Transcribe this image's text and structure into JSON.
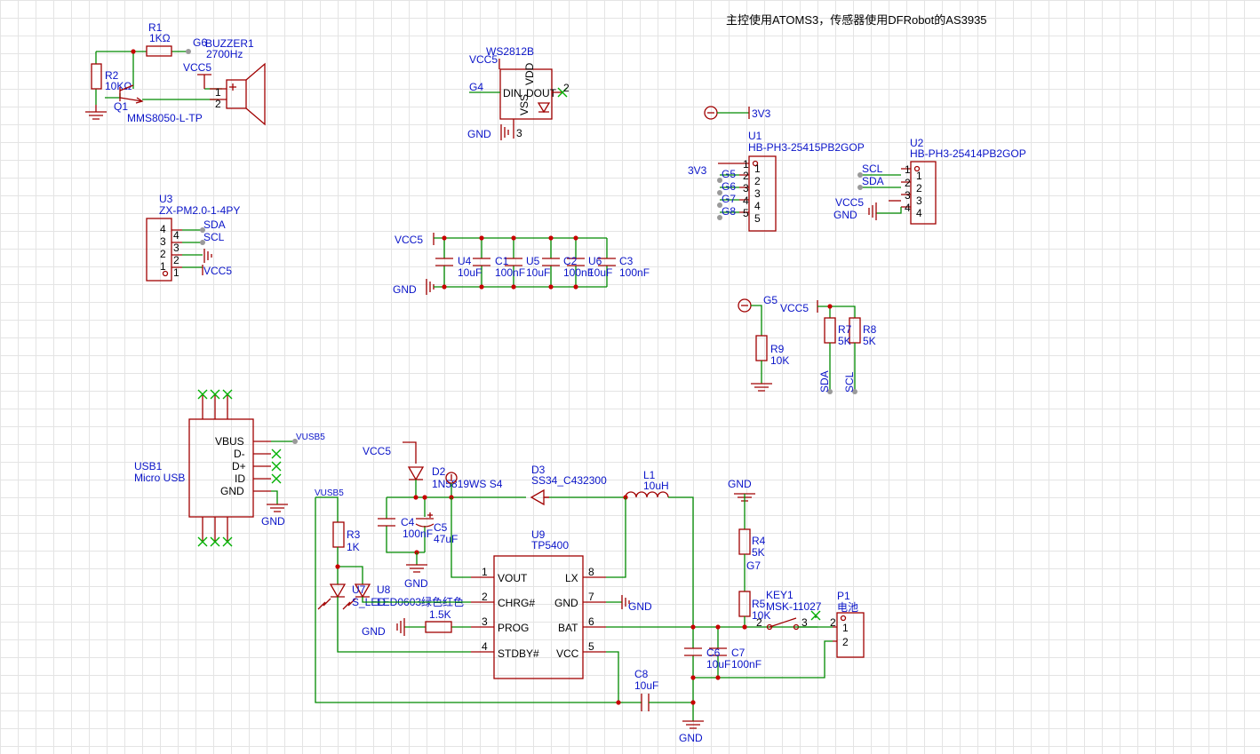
{
  "note": "主控使用ATOMS3，传感器使用DFRobot的AS3935",
  "nets": {
    "vcc5": "VCC5",
    "gnd": "GND",
    "v3v3": "3V3",
    "sda": "SDA",
    "scl": "SCL",
    "vusb5": "VUSB5",
    "g5": "G5",
    "g6": "G6",
    "g7": "G7",
    "g8": "G8",
    "g4": "G4"
  },
  "components": {
    "r1": {
      "ref": "R1",
      "value": "1KΩ"
    },
    "r2": {
      "ref": "R2",
      "value": "10KΩ"
    },
    "q1": {
      "ref": "Q1",
      "value": "MMS8050-L-TP"
    },
    "buzzer1": {
      "ref": "BUZZER1",
      "value": "2700Hz"
    },
    "ws2812": {
      "ref": "WS2812B",
      "din": "DIN",
      "dout": "DOUT",
      "vdd": "VDD",
      "vss": "VSS"
    },
    "u1": {
      "ref": "U1",
      "value": "HB-PH3-25415PB2GOP"
    },
    "u2": {
      "ref": "U2",
      "value": "HB-PH3-25414PB2GOP"
    },
    "u3": {
      "ref": "U3",
      "value": "ZX-PM2.0-1-4PY"
    },
    "u4": {
      "ref": "U4",
      "value": "10uF"
    },
    "c1": {
      "ref": "C1",
      "value": "100nF"
    },
    "u5": {
      "ref": "U5",
      "value": "10uF"
    },
    "c2": {
      "ref": "C2",
      "value": "100nF"
    },
    "u6": {
      "ref": "U6",
      "value": "10uF"
    },
    "c3": {
      "ref": "C3",
      "value": "100nF"
    },
    "r9": {
      "ref": "R9",
      "value": "10K"
    },
    "r7": {
      "ref": "R7",
      "value": "5K"
    },
    "r8": {
      "ref": "R8",
      "value": "5K"
    },
    "usb1": {
      "ref": "USB1",
      "value": "Micro USB",
      "pins": [
        "VBUS",
        "D-",
        "D+",
        "ID",
        "GND"
      ]
    },
    "d2": {
      "ref": "D2",
      "value": "1N5819WS S4"
    },
    "d3": {
      "ref": "D3",
      "value": "SS34_C432300"
    },
    "l1": {
      "ref": "L1",
      "value": "10uH"
    },
    "c4": {
      "ref": "C4",
      "value": "100nF"
    },
    "c5": {
      "ref": "C5",
      "value": "47uF"
    },
    "r3": {
      "ref": "R3",
      "value": "1K"
    },
    "u7": {
      "ref": "U7",
      "value": "S_LED"
    },
    "u8": {
      "ref": "U8",
      "value": "LED0603绿色红色"
    },
    "r_prog": {
      "ref": "",
      "value": "1.5K"
    },
    "u9": {
      "ref": "U9",
      "value": "TP5400",
      "pins": [
        "VOUT",
        "CHRG#",
        "PROG",
        "STDBY#",
        "LX",
        "GND",
        "BAT",
        "VCC"
      ]
    },
    "r4": {
      "ref": "R4",
      "value": "5K"
    },
    "r5": {
      "ref": "R5",
      "value": "10K"
    },
    "key1": {
      "ref": "KEY1",
      "value": "MSK-11027"
    },
    "p1": {
      "ref": "P1",
      "value": "电池"
    },
    "c6": {
      "ref": "C6",
      "value": "10uF"
    },
    "c7": {
      "ref": "C7",
      "value": "100nF"
    },
    "c8": {
      "ref": "C8",
      "value": "10uF"
    }
  }
}
